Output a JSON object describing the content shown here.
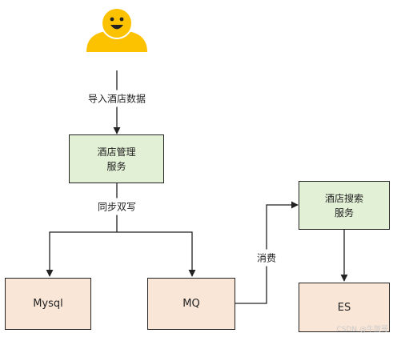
{
  "nodes": {
    "hotel_admin": "酒店管理\n服务",
    "hotel_search": "酒店搜索\n服务",
    "mysql": "Mysql",
    "mq": "MQ",
    "es": "ES"
  },
  "edges": {
    "import": "导入酒店数据",
    "dual_write": "同步双写",
    "consume": "消费"
  },
  "watermark": "CSDN @牛陇哥",
  "colors": {
    "service_fill": "#e2f0d6",
    "store_fill": "#fae6d7",
    "user_icon": "#fcc200",
    "stroke": "#222222"
  },
  "icons": {
    "user": "user-smiley-icon"
  }
}
